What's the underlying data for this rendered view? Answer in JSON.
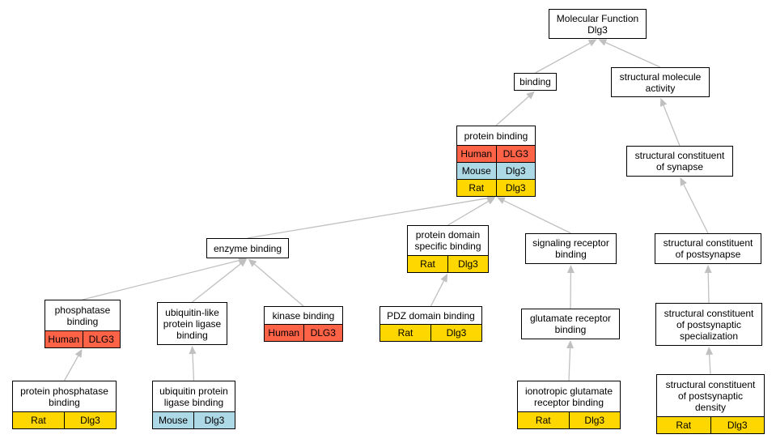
{
  "colors": {
    "human": "#ff6347",
    "mouse": "#add8e6",
    "rat": "#ffd700",
    "edge": "#c0c0c0"
  },
  "nodes": {
    "mf": {
      "label": "Molecular Function\nDlg3",
      "rows": []
    },
    "binding": {
      "label": "binding",
      "rows": []
    },
    "structural_molecule_activity": {
      "label": "structural molecule\nactivity",
      "rows": []
    },
    "protein_binding": {
      "label": "protein binding",
      "rows": [
        [
          "Human",
          "DLG3"
        ],
        [
          "Mouse",
          "Dlg3"
        ],
        [
          "Rat",
          "Dlg3"
        ]
      ]
    },
    "structural_constituent_of_synapse": {
      "label": "structural constituent\nof synapse",
      "rows": []
    },
    "enzyme_binding": {
      "label": "enzyme binding",
      "rows": []
    },
    "protein_domain_specific_binding": {
      "label": "protein domain\nspecific binding",
      "rows": [
        [
          "Rat",
          "Dlg3"
        ]
      ]
    },
    "signaling_receptor_binding": {
      "label": "signaling receptor\nbinding",
      "rows": []
    },
    "structural_constituent_of_postsynapse": {
      "label": "structural constituent\nof postsynapse",
      "rows": []
    },
    "phosphatase_binding": {
      "label": "phosphatase\nbinding",
      "rows": [
        [
          "Human",
          "DLG3"
        ]
      ]
    },
    "ubiquitin_like_protein_ligase_binding": {
      "label": "ubiquitin-like\nprotein ligase\nbinding",
      "rows": []
    },
    "kinase_binding": {
      "label": "kinase binding",
      "rows": [
        [
          "Human",
          "DLG3"
        ]
      ]
    },
    "pdz_domain_binding": {
      "label": "PDZ domain binding",
      "rows": [
        [
          "Rat",
          "Dlg3"
        ]
      ]
    },
    "glutamate_receptor_binding": {
      "label": "glutamate receptor\nbinding",
      "rows": []
    },
    "structural_constituent_of_postsynaptic_specialization": {
      "label": "structural constituent\nof postsynaptic\nspecialization",
      "rows": []
    },
    "protein_phosphatase_binding": {
      "label": "protein phosphatase\nbinding",
      "rows": [
        [
          "Rat",
          "Dlg3"
        ]
      ]
    },
    "ubiquitin_protein_ligase_binding": {
      "label": "ubiquitin protein\nligase binding",
      "rows": [
        [
          "Mouse",
          "Dlg3"
        ]
      ]
    },
    "ionotropic_glutamate_receptor_binding": {
      "label": "ionotropic glutamate\nreceptor binding",
      "rows": [
        [
          "Rat",
          "Dlg3"
        ]
      ]
    },
    "structural_constituent_of_postsynaptic_density": {
      "label": "structural constituent\nof postsynaptic\ndensity",
      "rows": [
        [
          "Rat",
          "Dlg3"
        ]
      ]
    }
  },
  "edges": [
    [
      "binding",
      "mf"
    ],
    [
      "structural_molecule_activity",
      "mf"
    ],
    [
      "protein_binding",
      "binding"
    ],
    [
      "structural_constituent_of_synapse",
      "structural_molecule_activity"
    ],
    [
      "enzyme_binding",
      "protein_binding"
    ],
    [
      "protein_domain_specific_binding",
      "protein_binding"
    ],
    [
      "signaling_receptor_binding",
      "protein_binding"
    ],
    [
      "structural_constituent_of_postsynapse",
      "structural_constituent_of_synapse"
    ],
    [
      "phosphatase_binding",
      "enzyme_binding"
    ],
    [
      "ubiquitin_like_protein_ligase_binding",
      "enzyme_binding"
    ],
    [
      "kinase_binding",
      "enzyme_binding"
    ],
    [
      "pdz_domain_binding",
      "protein_domain_specific_binding"
    ],
    [
      "glutamate_receptor_binding",
      "signaling_receptor_binding"
    ],
    [
      "structural_constituent_of_postsynaptic_specialization",
      "structural_constituent_of_postsynapse"
    ],
    [
      "protein_phosphatase_binding",
      "phosphatase_binding"
    ],
    [
      "ubiquitin_protein_ligase_binding",
      "ubiquitin_like_protein_ligase_binding"
    ],
    [
      "ionotropic_glutamate_receptor_binding",
      "glutamate_receptor_binding"
    ],
    [
      "structural_constituent_of_postsynaptic_density",
      "structural_constituent_of_postsynaptic_specialization"
    ]
  ]
}
